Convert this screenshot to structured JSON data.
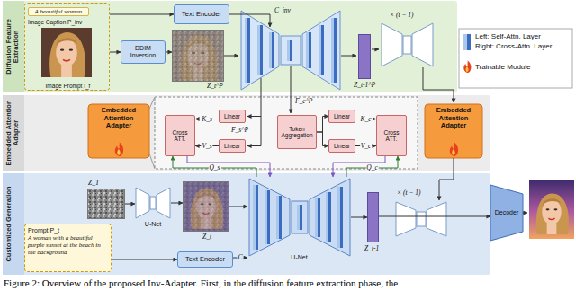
{
  "diagram": {
    "caption": "Figure 2: Overview of the proposed Inv-Adapter. First, in the diffusion feature extraction phase, the",
    "nodes": [
      {
        "text": [
          "Diffusion Feature Extraction"
        ]
      },
      {
        "text": [
          "Embedded Attention Adapter"
        ]
      },
      {
        "text": [
          "Customized Generation"
        ]
      },
      {
        "text": [
          "A beautiful woman",
          "Image Caption P_inv",
          "Image Prompt I_f"
        ],
        "in": 0
      },
      {
        "text": [
          "Text Encoder"
        ],
        "in": 0
      },
      {
        "text": [
          "DDIM Inversion"
        ],
        "in": 0
      },
      {
        "text": [
          "Z_t^P"
        ],
        "in": 0
      },
      {
        "text": [
          "Z_t-1^P"
        ],
        "in": 0
      },
      {
        "text": [
          "Embedded Attention Adapter"
        ],
        "in": 1
      },
      {
        "text": [
          "Cross ATT."
        ],
        "in": 1
      },
      {
        "text": [
          "Linear"
        ],
        "in": 1
      },
      {
        "text": [
          "Linear"
        ],
        "in": 1
      },
      {
        "text": [
          "Token Aggregation"
        ],
        "in": 1
      },
      {
        "text": [
          "Linear"
        ],
        "in": 1
      },
      {
        "text": [
          "Linear"
        ],
        "in": 1
      },
      {
        "text": [
          "Cross ATT."
        ],
        "in": 1
      },
      {
        "text": [
          "Embedded Attention Adapter"
        ],
        "in": 1
      },
      {
        "text": [
          "Prompt P_t",
          "A woman with a beautiful purple sunset at the beach in the background"
        ],
        "in": 2
      },
      {
        "text": [
          "Z_T"
        ],
        "in": 2
      },
      {
        "text": [
          "U-Net"
        ],
        "in": 2
      },
      {
        "text": [
          "Z_t"
        ],
        "in": 2
      },
      {
        "text": [
          "U-Net"
        ],
        "in": 2
      },
      {
        "text": [
          "Text Encoder"
        ],
        "in": 2
      },
      {
        "text": [
          "Z_t-1"
        ],
        "in": 2
      },
      {
        "text": [
          "Decoder"
        ]
      }
    ],
    "edges": [
      {
        "from": 3,
        "to": 4,
        "arrow": "to"
      },
      {
        "from": 3,
        "to": 5,
        "arrow": "to"
      },
      {
        "from": 5,
        "to": 6,
        "arrow": "to"
      },
      {
        "from": 17,
        "to": 22,
        "arrow": "to"
      },
      {
        "from": 18,
        "to": 19,
        "arrow": "to"
      },
      {
        "from": 19,
        "to": 20,
        "arrow": "to"
      },
      {
        "from": 20,
        "to": 21,
        "arrow": "to"
      },
      {
        "from": 22,
        "to": 21,
        "label": "C",
        "arrow": "to"
      },
      {
        "from": 21,
        "to": 23,
        "arrow": "to"
      },
      {
        "from": 10,
        "to": 9,
        "label": "K_s",
        "arrow": "to"
      },
      {
        "from": 11,
        "to": 9,
        "label": "V_s",
        "arrow": "to"
      },
      {
        "from": 12,
        "to": 13,
        "arrow": "to"
      },
      {
        "from": 12,
        "to": 14,
        "arrow": "to"
      },
      {
        "from": 13,
        "to": 15,
        "label": "K_c",
        "arrow": "to"
      },
      {
        "from": 14,
        "to": 15,
        "label": "V_c",
        "arrow": "to"
      },
      {
        "from": 21,
        "to": 9,
        "label": "Q_s",
        "arrow": "to"
      },
      {
        "from": 21,
        "to": 15,
        "label": "Q_c",
        "arrow": "to"
      },
      {
        "from": 9,
        "to": 21,
        "arrow": "to"
      },
      {
        "from": 15,
        "to": 21,
        "arrow": "to"
      },
      {
        "from": 23,
        "to": 24,
        "arrow": "to"
      }
    ],
    "labels": [
      "C_inv",
      "× (t − 1)",
      "F_s^P",
      "F_c^P",
      "× (t − 1)"
    ],
    "legend": [
      {
        "text": "Left: Self-Attn. Layer"
      },
      {
        "text": "Right: Cross-Attn. Layer"
      },
      {
        "text": "Trainable Module"
      }
    ]
  }
}
